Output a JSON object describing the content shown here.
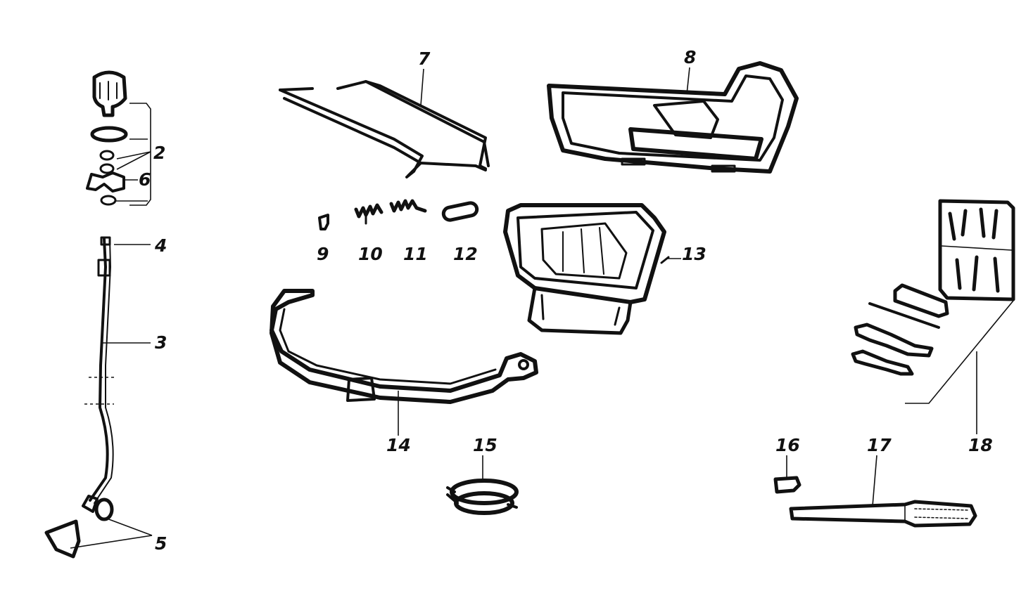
{
  "diagram": {
    "labels": {
      "l2": "2",
      "l3": "3",
      "l4": "4",
      "l5": "5",
      "l6": "6",
      "l7": "7",
      "l8": "8",
      "l9": "9",
      "l10": "10",
      "l11": "11",
      "l12": "12",
      "l13": "13",
      "l14": "14",
      "l15": "15",
      "l16": "16",
      "l17": "17",
      "l18": "18"
    }
  }
}
